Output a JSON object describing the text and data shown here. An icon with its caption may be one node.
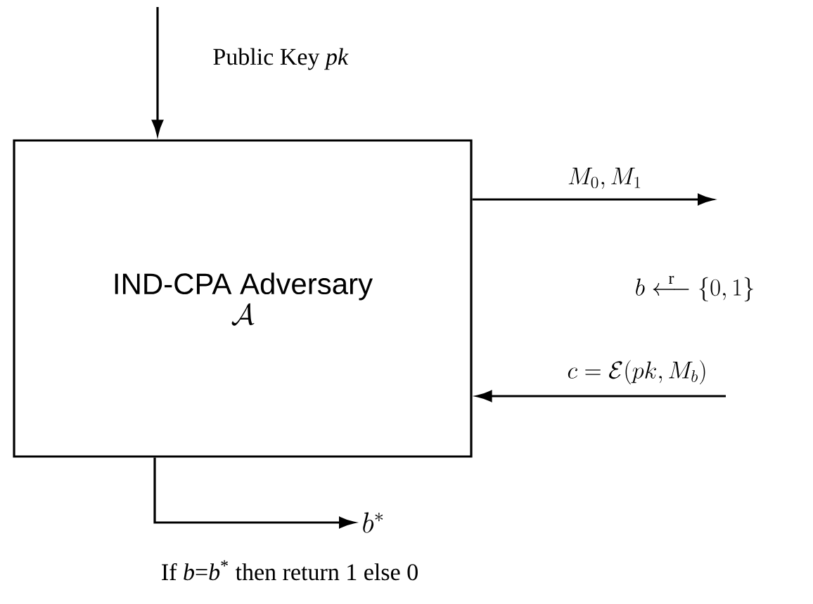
{
  "diagram": {
    "nodes": [
      {
        "text": [
          "IND-CPA Adversary",
          "\\mathcal{A}"
        ]
      },
      {
        "text": [
          "b^{*}"
        ]
      }
    ],
    "edges": [
      {
        "from": null,
        "to": 0,
        "arrow": "to",
        "label": "Public Key *pk*"
      },
      {
        "from": 0,
        "to": null,
        "arrow": "to",
        "label": "M_0,M_1"
      },
      {
        "from": null,
        "to": 0,
        "arrow": "to",
        "label": "c=\\mathcal{E}(pk,M_b)"
      },
      {
        "from": 0,
        "to": 1,
        "arrow": "to"
      }
    ],
    "labels": [
      "b \\stackrel{\\mathrm{r}}{\\longleftarrow} \\{0,1\\}",
      "If *b*=*b*$^{*}$ then return 1 else 0"
    ]
  }
}
